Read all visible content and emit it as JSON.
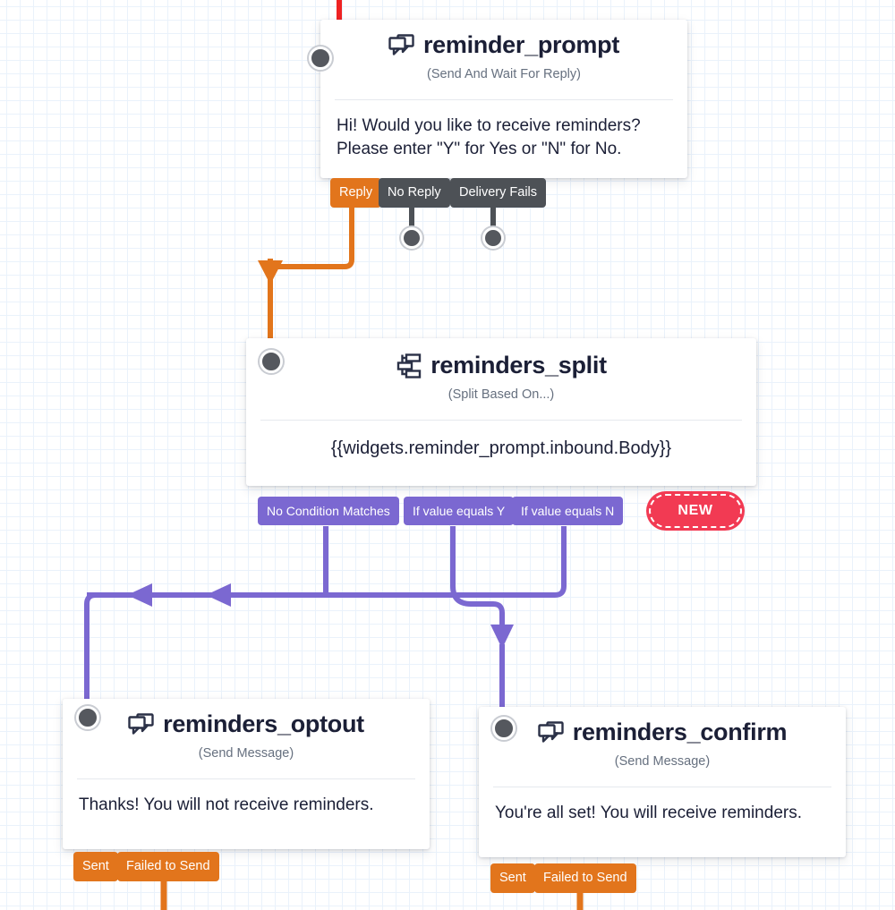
{
  "canvas": {
    "grid": true,
    "bg_color": "#ffffff",
    "grid_color": "#d8e8f7"
  },
  "colors": {
    "orange": "#e2751c",
    "dark": "#4d5156",
    "purple": "#7b68d1",
    "red": "#f23a53",
    "title": "#1b1f36",
    "subtitle": "#66707f"
  },
  "nodes": [
    {
      "id": "reminder_prompt",
      "title": "reminder_prompt",
      "subtitle": "(Send And Wait For Reply)",
      "icon": "chat-bubbles-icon",
      "body": "Hi! Would you like to receive reminders? Please enter \"Y\" for Yes or \"N\" for No.",
      "body_lines": [
        "Hi! Would you like to receive reminders?",
        "Please enter \"Y\" for Yes or \"N\" for No."
      ],
      "outputs": [
        {
          "label": "Reply",
          "color": "orange"
        },
        {
          "label": "No Reply",
          "color": "dark"
        },
        {
          "label": "Delivery Fails",
          "color": "dark"
        }
      ]
    },
    {
      "id": "reminders_split",
      "title": "reminders_split",
      "subtitle": "(Split Based On...)",
      "icon": "split-hierarchy-icon",
      "body": "{{widgets.reminder_prompt.inbound.Body}}",
      "outputs": [
        {
          "label": "No Condition Matches",
          "color": "purple"
        },
        {
          "label": "If value equals Y",
          "color": "purple"
        },
        {
          "label": "If value equals N",
          "color": "purple"
        },
        {
          "label": "NEW",
          "color": "red"
        }
      ]
    },
    {
      "id": "reminders_optout",
      "title": "reminders_optout",
      "subtitle": "(Send Message)",
      "icon": "chat-bubbles-icon",
      "body": "Thanks! You will not receive reminders.",
      "outputs": [
        {
          "label": "Sent",
          "color": "orange"
        },
        {
          "label": "Failed to Send",
          "color": "orange"
        }
      ]
    },
    {
      "id": "reminders_confirm",
      "title": "reminders_confirm",
      "subtitle": "(Send Message)",
      "icon": "chat-bubbles-icon",
      "body": "You're all set! You will receive reminders.",
      "outputs": [
        {
          "label": "Sent",
          "color": "orange"
        },
        {
          "label": "Failed to Send",
          "color": "orange"
        }
      ]
    }
  ],
  "connections": [
    {
      "from": "incoming",
      "to": "reminder_prompt",
      "color": "#ef2222"
    },
    {
      "from": "reminder_prompt.Reply",
      "to": "reminders_split",
      "color": "#e2751c"
    },
    {
      "from": "reminders_split.No Condition Matches",
      "to": "reminders_optout",
      "color": "#7b68d1"
    },
    {
      "from": "reminders_split.If value equals Y",
      "to": "reminders_confirm",
      "color": "#7b68d1"
    },
    {
      "from": "reminders_split.If value equals N",
      "to": "reminders_optout",
      "color": "#7b68d1"
    },
    {
      "from": "reminders_optout.Failed to Send",
      "to": "offscreen",
      "color": "#e2751c"
    },
    {
      "from": "reminders_confirm.Failed to Send",
      "to": "offscreen",
      "color": "#e2751c"
    }
  ]
}
